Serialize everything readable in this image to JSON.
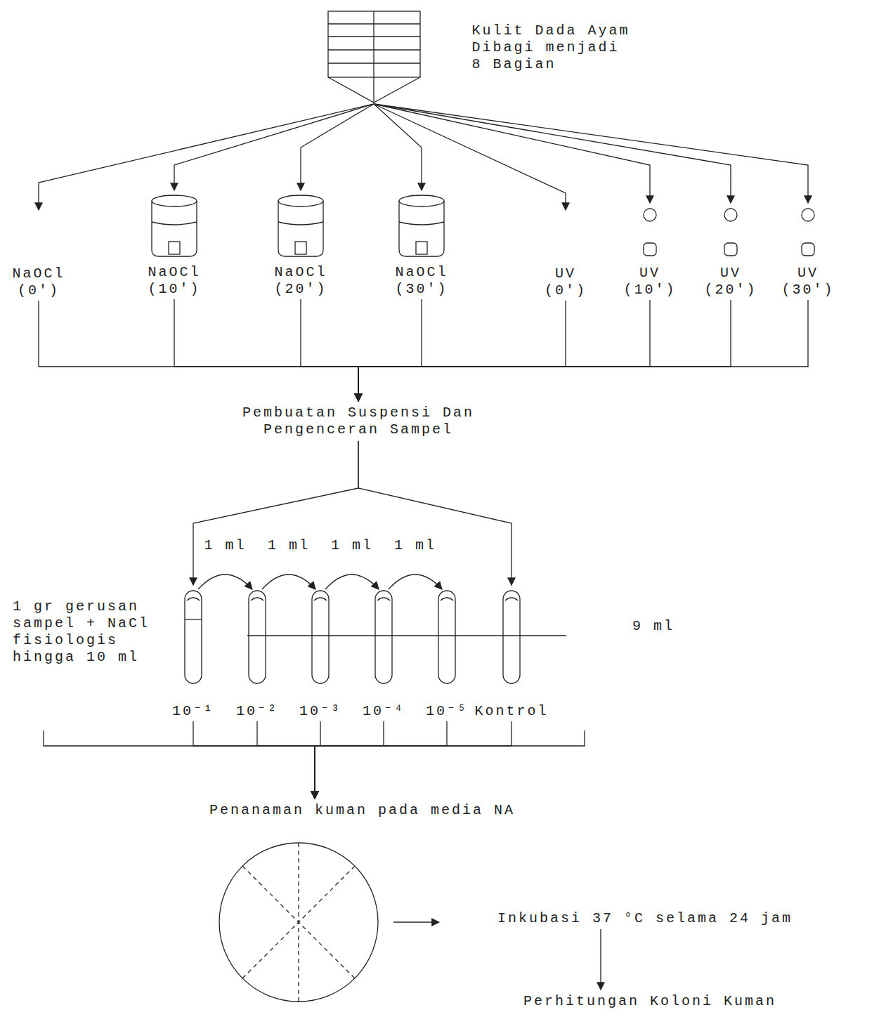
{
  "diagram": {
    "nodes": [
      {
        "text": [
          "Kulit Dada Ayam Dibagi menjadi 8 Bagian"
        ]
      },
      {
        "text": [
          "NaOCl (0′)"
        ]
      },
      {
        "text": [
          "NaOCl (10′)"
        ]
      },
      {
        "text": [
          "NaOCl (20′)"
        ]
      },
      {
        "text": [
          "NaOCl (30′)"
        ]
      },
      {
        "text": [
          "UV (0′)"
        ]
      },
      {
        "text": [
          "UV (10′)"
        ]
      },
      {
        "text": [
          "UV (20′)"
        ]
      },
      {
        "text": [
          "UV (30′)"
        ]
      },
      {
        "text": [
          "Pembuatan Suspensi Dan Pengenceran Sampel"
        ]
      },
      {
        "text": [
          "10⁻¹"
        ]
      },
      {
        "text": [
          "10⁻²"
        ]
      },
      {
        "text": [
          "10⁻³"
        ]
      },
      {
        "text": [
          "10⁻⁴"
        ]
      },
      {
        "text": [
          "10⁻⁵"
        ]
      },
      {
        "text": [
          "Kontrol"
        ]
      },
      {
        "text": [
          "Penanaman kuman pada media NA"
        ]
      },
      {
        "text": [
          "Inkubasi 37 °C selama 24 jam"
        ]
      },
      {
        "text": [
          "Perhitungan Koloni Kuman"
        ]
      }
    ],
    "edges": [
      {
        "from": 0,
        "to": 1,
        "arrow": "to"
      },
      {
        "from": 0,
        "to": 2,
        "arrow": "to"
      },
      {
        "from": 0,
        "to": 3,
        "arrow": "to"
      },
      {
        "from": 0,
        "to": 4,
        "arrow": "to"
      },
      {
        "from": 0,
        "to": 5,
        "arrow": "to"
      },
      {
        "from": 0,
        "to": 6,
        "arrow": "to"
      },
      {
        "from": 0,
        "to": 7,
        "arrow": "to"
      },
      {
        "from": 0,
        "to": 8,
        "arrow": "to"
      },
      {
        "from": 1,
        "to": 9,
        "arrow": "to"
      },
      {
        "from": 2,
        "to": 9,
        "arrow": "to"
      },
      {
        "from": 3,
        "to": 9,
        "arrow": "to"
      },
      {
        "from": 4,
        "to": 9,
        "arrow": "to"
      },
      {
        "from": 5,
        "to": 9,
        "arrow": "to"
      },
      {
        "from": 6,
        "to": 9,
        "arrow": "to"
      },
      {
        "from": 7,
        "to": 9,
        "arrow": "to"
      },
      {
        "from": 8,
        "to": 9,
        "arrow": "to"
      },
      {
        "from": 9,
        "to": 10,
        "arrow": "to"
      },
      {
        "from": 9,
        "to": 15,
        "arrow": "to"
      },
      {
        "from": 10,
        "to": 11,
        "label": "1 ml",
        "arrow": "to"
      },
      {
        "from": 11,
        "to": 12,
        "label": "1 ml",
        "arrow": "to"
      },
      {
        "from": 12,
        "to": 13,
        "label": "1 ml",
        "arrow": "to"
      },
      {
        "from": 13,
        "to": 14,
        "label": "1 ml",
        "arrow": "to"
      },
      {
        "from": 10,
        "to": 16,
        "arrow": "to"
      },
      {
        "from": 11,
        "to": 16,
        "arrow": "to"
      },
      {
        "from": 12,
        "to": 16,
        "arrow": "to"
      },
      {
        "from": 13,
        "to": 16,
        "arrow": "to"
      },
      {
        "from": 14,
        "to": 16,
        "arrow": "to"
      },
      {
        "from": 15,
        "to": 16,
        "arrow": "to"
      },
      {
        "from": 17,
        "to": 18,
        "arrow": "to"
      }
    ],
    "labels": [
      "1 gr gerusan sampel + NaCl fisiologis hingga 10 ml",
      "9 ml"
    ]
  }
}
